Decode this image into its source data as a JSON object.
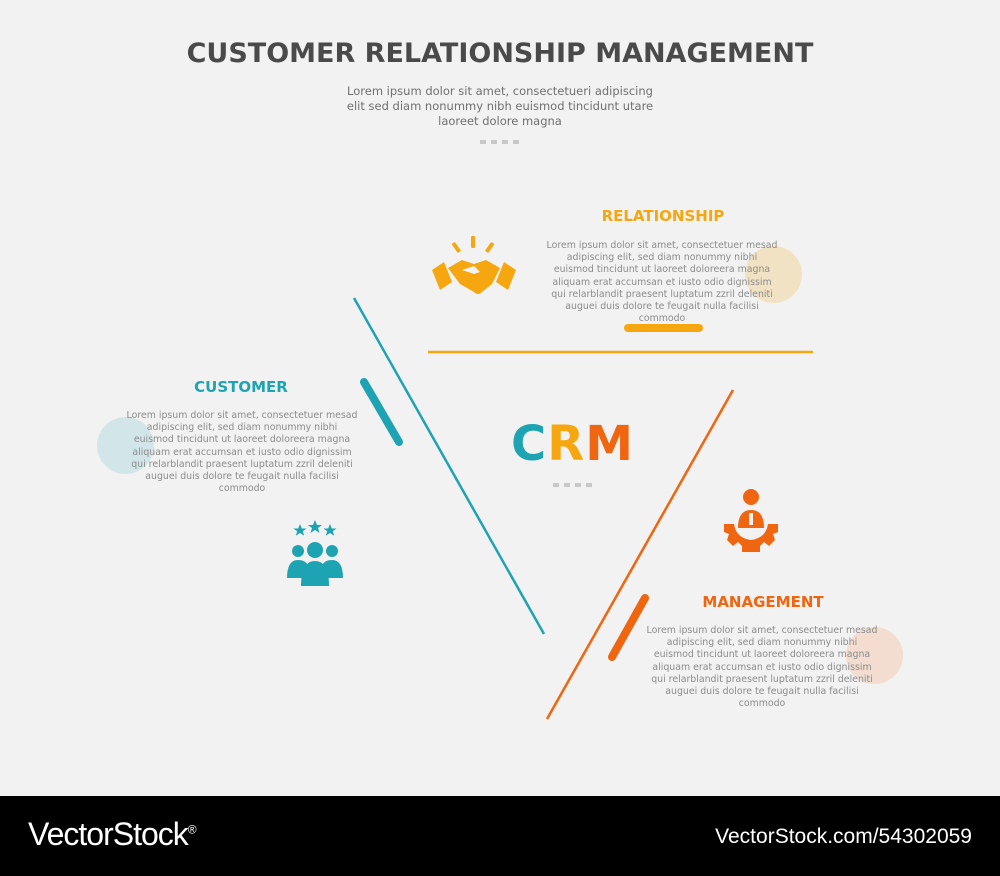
{
  "title": "CUSTOMER RELATIONSHIP MANAGEMENT",
  "subtitle": "Lorem ipsum dolor sit amet, consectetueri adipiscing elit sed diam nonummy nibh euismod tincidunt utare laoreet dolore magna",
  "center": {
    "c": "C",
    "r": "R",
    "m": "M"
  },
  "colors": {
    "customer": "#1ea3b3",
    "relationship": "#f6a70f",
    "management": "#f0650f"
  },
  "relationship": {
    "heading": "RELATIONSHIP",
    "text": "Lorem ipsum dolor sit amet, consectetuer mesad adipiscing elit, sed diam nonummy nibhi euismod tincidunt ut laoreet doloreera magna aliquam erat accumsan et iusto odio dignissim qui relarblandit praesent luptatum zzril deleniti auguei duis dolore te feugait nulla facilisi commodo",
    "icon": "handshake-icon"
  },
  "customer": {
    "heading": "CUSTOMER",
    "text": "Lorem ipsum dolor sit amet, consectetuer mesad adipiscing elit, sed diam nonummy nibhi euismod tincidunt ut laoreet doloreera magna aliquam erat accumsan et iusto odio dignissim qui relarblandit praesent luptatum zzril deleniti auguei duis dolore te feugait nulla facilisi commodo",
    "icon": "customer-group-icon"
  },
  "management": {
    "heading": "MANAGEMENT",
    "text": "Lorem ipsum dolor sit amet, consectetuer mesad adipiscing elit, sed diam nonummy nibhi euismod tincidunt ut laoreet doloreera magna aliquam erat accumsan et iusto odio dignissim qui relarblandit praesent luptatum zzril deleniti auguei duis dolore te feugait nulla facilisi commodo",
    "icon": "manager-gear-icon"
  },
  "footer": {
    "brand": "VectorStock",
    "reg": "®",
    "url": "VectorStock.com/54302059"
  }
}
